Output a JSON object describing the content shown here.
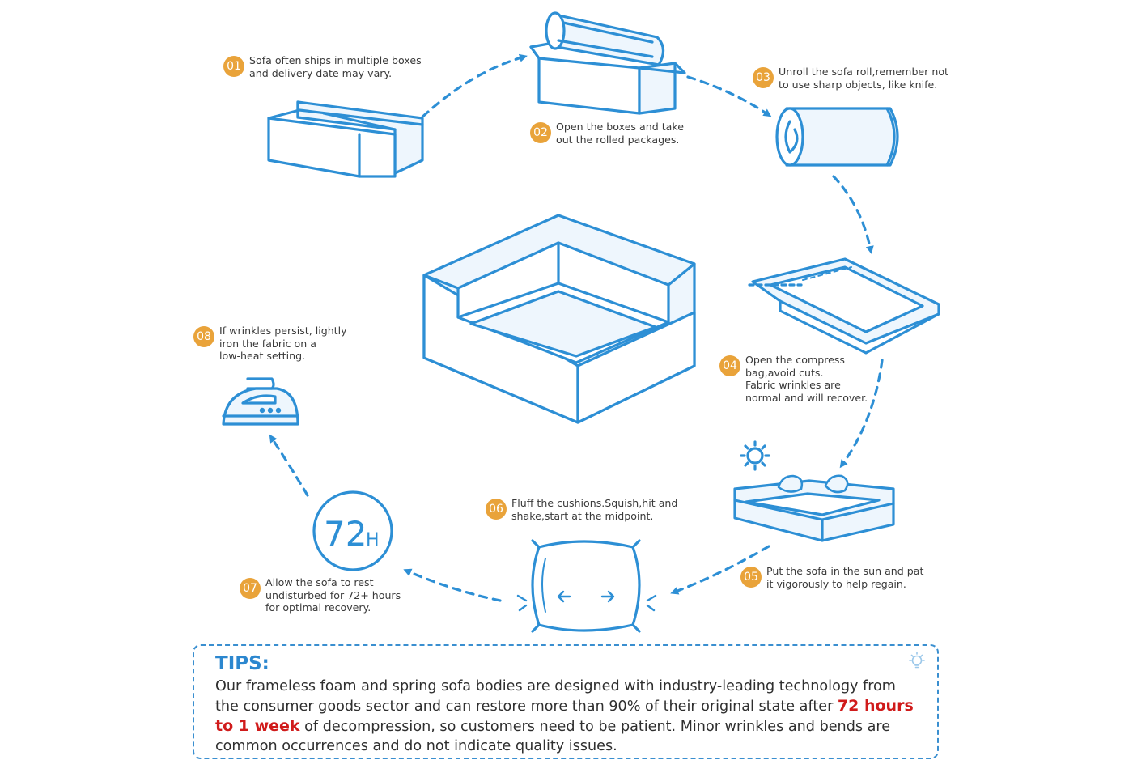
{
  "steps": [
    {
      "num": "01",
      "text": "Sofa often ships in multiple boxes\nand delivery date may vary."
    },
    {
      "num": "02",
      "text": "Open the boxes and take\nout the rolled packages."
    },
    {
      "num": "03",
      "text": "Unroll the sofa roll,remember not\nto use sharp objects, like knife."
    },
    {
      "num": "04",
      "text": "Open the compress\nbag,avoid cuts.\nFabric wrinkles are\nnormal and will recover."
    },
    {
      "num": "05",
      "text": "Put the sofa in the sun and pat\nit vigorously to help regain."
    },
    {
      "num": "06",
      "text": "Fluff the cushions.Squish,hit and\nshake,start at the midpoint."
    },
    {
      "num": "07",
      "text": "Allow the sofa to rest\nundisturbed for 72+ hours\nfor optimal recovery."
    },
    {
      "num": "08",
      "text": "If wrinkles persist, lightly\niron the fabric on a\nlow-heat setting."
    }
  ],
  "timer": {
    "value": "72",
    "unit": "H"
  },
  "tips": {
    "title": "TIPS:",
    "body_before": "Our frameless foam and spring sofa bodies are designed with industry-leading technology from the consumer goods sector and can restore more than 90% of their original state after ",
    "highlight": "72 hours to 1 week",
    "body_after": " of decompression, so customers need to be patient. Minor wrinkles and bends are common occurrences and do not indicate quality issues."
  },
  "colors": {
    "line": "#2d8fd5",
    "fill": "#eef6fd",
    "badge": "#e9a33a",
    "highlight": "#d01b1b"
  }
}
